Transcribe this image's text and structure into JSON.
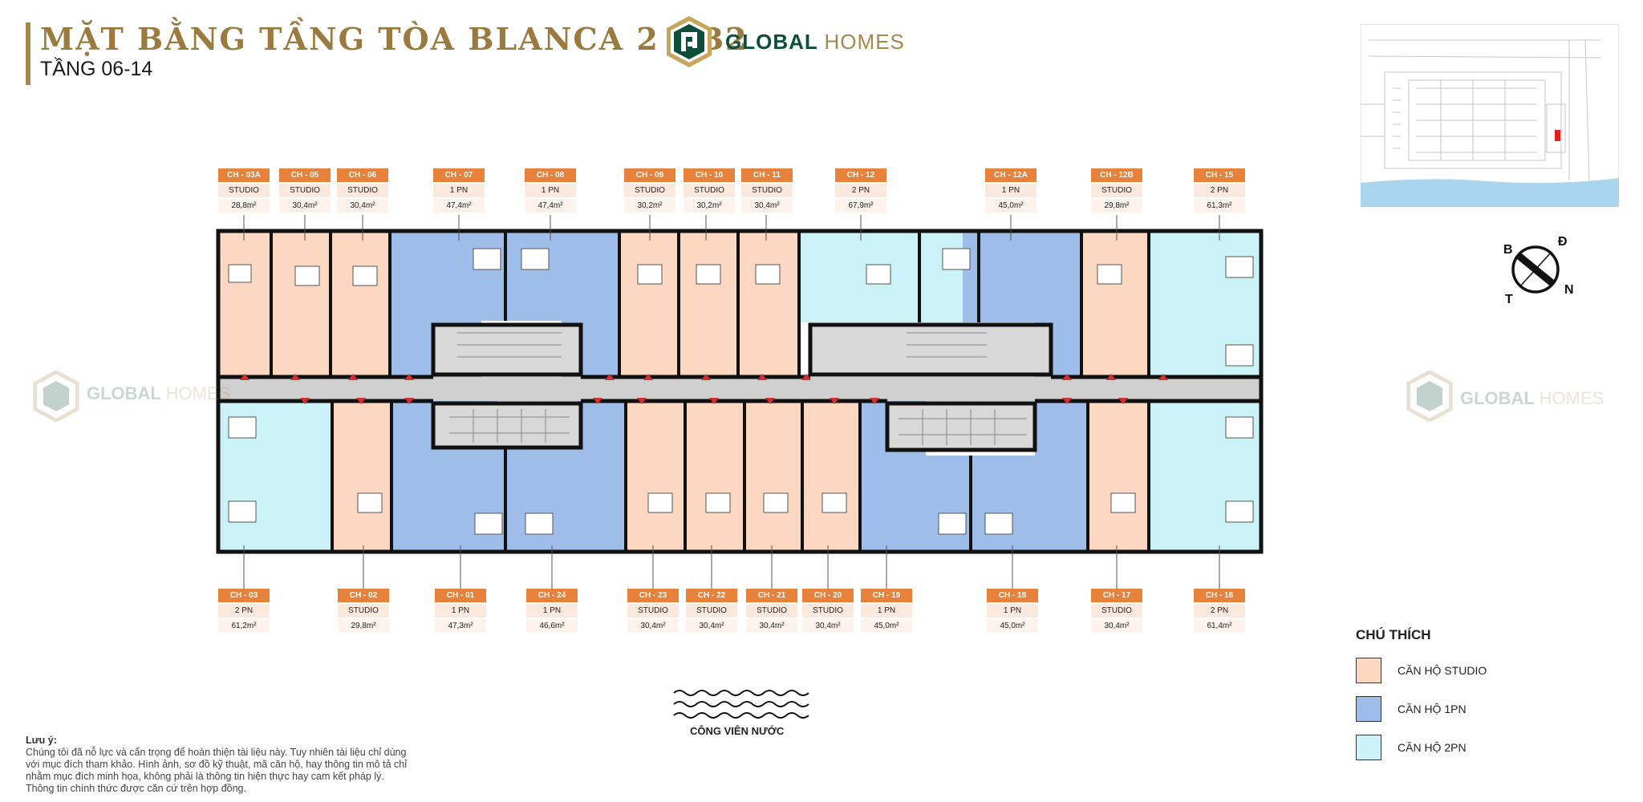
{
  "title": "MẶT BẰNG TẦNG TÒA BLANCA 2 - B2",
  "subtitle": "TẦNG 06-14",
  "brand": {
    "name_bold": "GLOBAL",
    "name_light": "HOMES"
  },
  "colors": {
    "studio": "#fcd7c1",
    "one_br": "#9fbde9",
    "two_br": "#cbf2f6",
    "label_orange": "#e8823a",
    "gold": "#a8884a"
  },
  "top_units": [
    {
      "code": "CH - 03A",
      "type": "STUDIO",
      "area": "28,8m²"
    },
    {
      "code": "CH - 05",
      "type": "STUDIO",
      "area": "30,4m²"
    },
    {
      "code": "CH - 06",
      "type": "STUDIO",
      "area": "30,4m²"
    },
    {
      "code": "CH - 07",
      "type": "1 PN",
      "area": "47,4m²"
    },
    {
      "code": "CH - 08",
      "type": "1 PN",
      "area": "47,4m²"
    },
    {
      "code": "CH - 09",
      "type": "STUDIO",
      "area": "30,2m²"
    },
    {
      "code": "CH - 10",
      "type": "STUDIO",
      "area": "30,2m²"
    },
    {
      "code": "CH - 11",
      "type": "STUDIO",
      "area": "30,4m²"
    },
    {
      "code": "CH - 12",
      "type": "2 PN",
      "area": "67,9m²"
    },
    {
      "code": "CH - 12A",
      "type": "1 PN",
      "area": "45,0m²"
    },
    {
      "code": "CH - 12B",
      "type": "STUDIO",
      "area": "29,8m²"
    },
    {
      "code": "CH - 15",
      "type": "2 PN",
      "area": "61,3m²"
    }
  ],
  "bottom_units": [
    {
      "code": "CH - 03",
      "type": "2 PN",
      "area": "61,2m²"
    },
    {
      "code": "CH - 02",
      "type": "STUDIO",
      "area": "29,8m²"
    },
    {
      "code": "CH - 01",
      "type": "1 PN",
      "area": "47,3m²"
    },
    {
      "code": "CH - 24",
      "type": "1 PN",
      "area": "46,6m²"
    },
    {
      "code": "CH - 23",
      "type": "STUDIO",
      "area": "30,4m²"
    },
    {
      "code": "CH - 22",
      "type": "STUDIO",
      "area": "30,4m²"
    },
    {
      "code": "CH - 21",
      "type": "STUDIO",
      "area": "30,4m²"
    },
    {
      "code": "CH - 20",
      "type": "STUDIO",
      "area": "30,4m²"
    },
    {
      "code": "CH - 19",
      "type": "1 PN",
      "area": "45,0m²"
    },
    {
      "code": "CH - 18",
      "type": "1 PN",
      "area": "45,0m²"
    },
    {
      "code": "CH - 17",
      "type": "STUDIO",
      "area": "30,4m²"
    },
    {
      "code": "CH - 16",
      "type": "2 PN",
      "area": "61,4m²"
    }
  ],
  "compass": {
    "north": "B",
    "east": "Đ",
    "south": "N",
    "west": "T"
  },
  "legend": {
    "title": "CHÚ THÍCH",
    "items": [
      {
        "label": "CĂN HỘ STUDIO",
        "color": "#fcd7c1"
      },
      {
        "label": "CĂN HỘ 1PN",
        "color": "#9fbde9"
      },
      {
        "label": "CĂN HỘ 2PN",
        "color": "#cbf2f6"
      }
    ]
  },
  "park_label": "CÔNG VIÊN NƯỚC",
  "note": {
    "title": "Lưu ý:",
    "lines": [
      "Chúng tôi đã nỗ lực và cẩn trọng để hoàn thiện tài liệu này. Tuy nhiên tài liệu chỉ dùng",
      "với mục đích tham khảo. Hình ảnh, sơ đồ kỹ thuật, mã căn hộ, hay thông tin mô tả chỉ",
      "nhằm mục đích minh họa, không phải là thông tin hiện thực hay cam kết pháp lý.",
      "Thông tin chính thức được căn cứ trên hợp đồng."
    ]
  }
}
